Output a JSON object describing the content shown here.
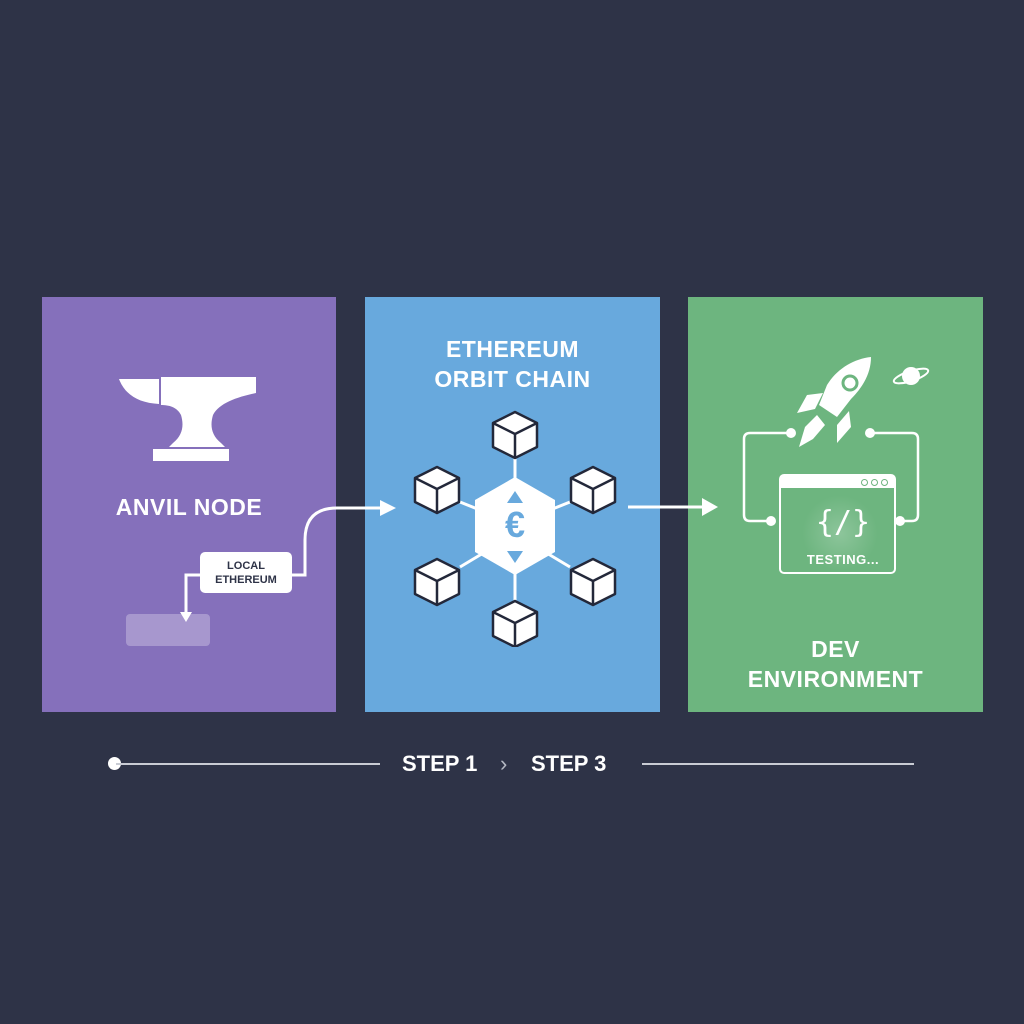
{
  "colors": {
    "background": "#2e3347",
    "anvil_panel": "#8570bb",
    "orbit_panel": "#68a9dd",
    "dev_panel": "#6db57f",
    "foreground": "#ffffff",
    "dark_text": "#2e3347"
  },
  "panels": [
    {
      "id": "anvil",
      "title": "ANVIL NODE",
      "icon": "anvil-icon",
      "label_box": {
        "line1": "LOCAL",
        "line2": "ETHEREUM"
      }
    },
    {
      "id": "orbit",
      "title_line1": "ETHEREUM",
      "title_line2": "ORBIT CHAIN",
      "icon": "blockchain-network-icon",
      "center_symbol": "€"
    },
    {
      "id": "dev",
      "title_line1": "DEV",
      "title_line2": "ENVIRONMENT",
      "icons": [
        "rocket-icon",
        "planet-icon",
        "code-window-icon"
      ],
      "code_glyph": "{/}",
      "status": "TESTING..."
    }
  ],
  "stepper": {
    "start": "STEP 1",
    "separator": "›",
    "end": "STEP 3"
  }
}
